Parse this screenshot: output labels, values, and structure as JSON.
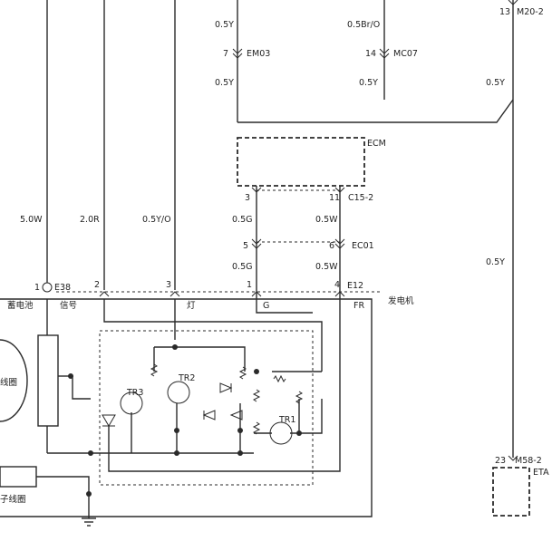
{
  "wires": {
    "em_top": "0.5Y",
    "mc_top": "0.5Br/O",
    "em_bot": "0.5Y",
    "mc_bot": "0.5Y",
    "right_top": "0.5Y",
    "right_mid": "0.5Y",
    "c1": "5.0W",
    "c2": "2.0R",
    "c3": "0.5Y/O",
    "c4a": "0.5G",
    "c5a": "0.5W",
    "c4b": "0.5G",
    "c5b": "0.5W"
  },
  "connectors": {
    "m20_pin": "13",
    "m20": "M20-2",
    "em03_pin": "7",
    "em03": "EM03",
    "mc07_pin": "14",
    "mc07": "MC07",
    "c15_pin_g": "3",
    "c15_pin_w": "11",
    "c15": "C15-2",
    "ec01_pin_g": "5",
    "ec01_pin_w": "6",
    "ec01": "EC01",
    "e38_pin": "1",
    "e38": "E38",
    "e12_pin2": "2",
    "e12_pin3": "3",
    "e12_pin1": "1",
    "e12_pin4": "4",
    "e12": "E12",
    "m58_pin": "23",
    "m58": "M58-2"
  },
  "components": {
    "ecm": "ECM",
    "eta": "ETA",
    "generator": "发电机",
    "tr1": "TR1",
    "tr2": "TR2",
    "tr3": "TR3"
  },
  "terminals": {
    "battery": "蓄电池",
    "signal": "信号",
    "lamp": "灯",
    "g": "G",
    "fr": "FR"
  },
  "coils": {
    "stator": "线圈",
    "field": "子线圈"
  }
}
